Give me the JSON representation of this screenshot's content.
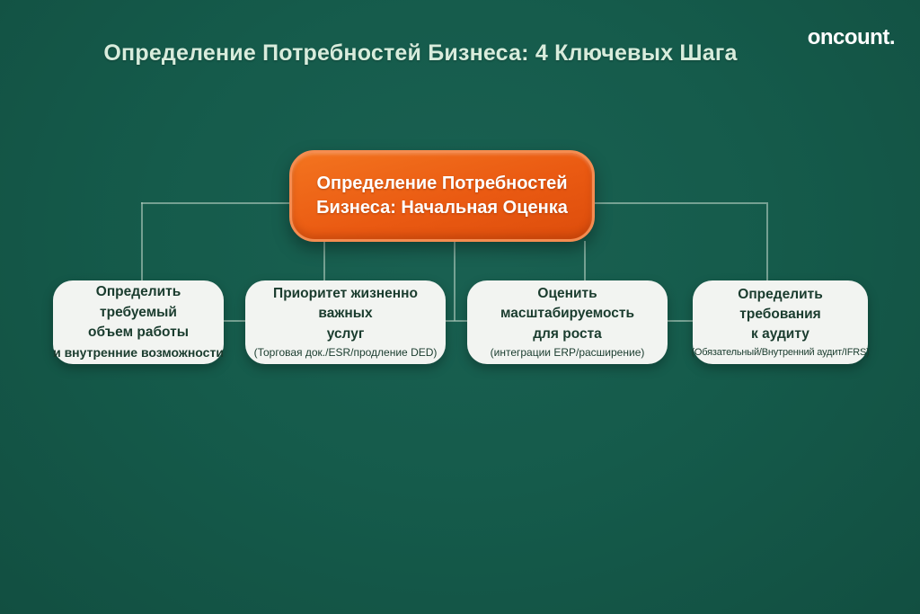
{
  "header": {
    "title": "Определение Потребностей Бизнеса: 4 Ключевых Шага",
    "logo": "oncount."
  },
  "root": {
    "label": "Определение Потребностей\nБизнеса: Начальная Оценка"
  },
  "steps": [
    {
      "title": "Определить требуемый\nобъем работы",
      "subtitle": "и внутренние возможности"
    },
    {
      "title": "Приоритет жизненно важных\nуслуг",
      "subtitle": "(Торговая док./ESR/продление DED)"
    },
    {
      "title": "Оценить масштабируемость\nдля роста",
      "subtitle": "(интеграции ERP/расширение)"
    },
    {
      "title": "Определить требования\nк аудиту",
      "subtitle": "(Обязательный/Внутренний аудит/IFRS)"
    }
  ],
  "colors": {
    "background": "#14584A",
    "accent_orange": "#EA5A12",
    "accent_orange_border": "#F58C50",
    "card_background": "#F2F4F1",
    "card_text": "#1A3C2E",
    "title_text": "#D8ECDC",
    "connector": "#A9C6B8"
  }
}
